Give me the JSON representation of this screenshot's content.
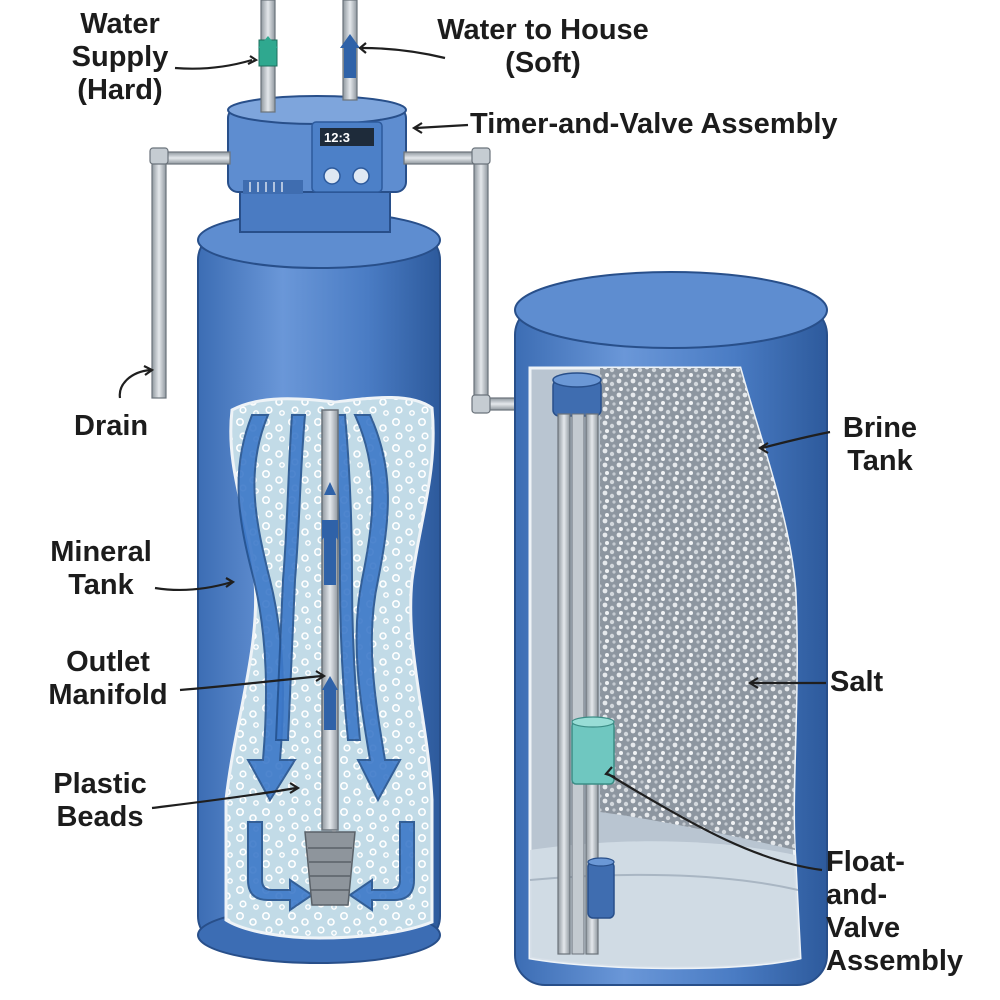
{
  "labels": {
    "water_supply": [
      "Water",
      "Supply",
      "(Hard)"
    ],
    "water_to_house": [
      "Water to House",
      "(Soft)"
    ],
    "timer_valve": "Timer-and-Valve Assembly",
    "drain": "Drain",
    "mineral_tank": [
      "Mineral",
      "Tank"
    ],
    "outlet_manifold": [
      "Outlet",
      "Manifold"
    ],
    "plastic_beads": [
      "Plastic",
      "Beads"
    ],
    "brine_tank": [
      "Brine",
      "Tank"
    ],
    "salt": "Salt",
    "float_valve": [
      "Float-",
      "and-",
      "Valve",
      "Assembly"
    ]
  },
  "colors": {
    "tank_body": "#4d7fc4",
    "tank_dark": "#2d5a9c",
    "tank_light": "#7ea5dc",
    "beads_bg": "#bfd9e6",
    "salt_bg": "#9aa3ad",
    "float_color": "#6fc7c0",
    "label_text": "#1c1c1c"
  }
}
